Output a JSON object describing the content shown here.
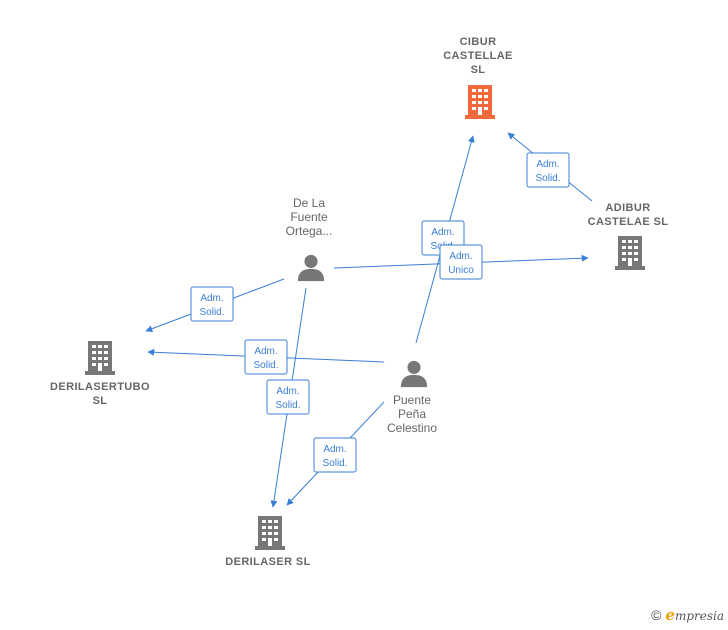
{
  "colors": {
    "edge": "#3a7fd5",
    "company": "#777777",
    "company_main": "#f26a3c",
    "person": "#777777",
    "label": "#666666"
  },
  "nodes": [
    {
      "id": "cibur",
      "type": "company",
      "main": true,
      "lines": [
        "CIBUR",
        "CASTELLAE",
        "SL"
      ]
    },
    {
      "id": "adibur",
      "type": "company",
      "main": false,
      "lines": [
        "ADIBUR",
        "CASTELAE SL"
      ]
    },
    {
      "id": "delafuente",
      "type": "person",
      "lines": [
        "De La",
        "Fuente",
        "Ortega..."
      ]
    },
    {
      "id": "derilasertubo",
      "type": "company",
      "main": false,
      "lines": [
        "DERILASERTUBO",
        "SL"
      ]
    },
    {
      "id": "puente",
      "type": "person",
      "lines": [
        "Puente",
        "Peña",
        "Celestino"
      ]
    },
    {
      "id": "derilaser",
      "type": "company",
      "main": false,
      "lines": [
        "DERILASER SL"
      ]
    }
  ],
  "edges": [
    {
      "id": "e1",
      "from": "adibur",
      "to": "cibur",
      "label": [
        "Adm.",
        "Solid."
      ]
    },
    {
      "id": "e2",
      "from": "puente",
      "to": "cibur",
      "label": [
        "Adm.",
        "Solid."
      ]
    },
    {
      "id": "e3",
      "from": "delafuente",
      "to": "adibur",
      "label": [
        "Adm.",
        "Unico"
      ]
    },
    {
      "id": "e4",
      "from": "delafuente",
      "to": "derilasertubo",
      "label": [
        "Adm.",
        "Solid."
      ]
    },
    {
      "id": "e5",
      "from": "puente",
      "to": "derilasertubo",
      "label": [
        "Adm.",
        "Solid."
      ]
    },
    {
      "id": "e6",
      "from": "delafuente",
      "to": "derilaser",
      "label": [
        "Adm.",
        "Solid."
      ]
    },
    {
      "id": "e7",
      "from": "puente",
      "to": "derilaser",
      "label": [
        "Adm.",
        "Solid."
      ]
    }
  ],
  "footer": {
    "copyright": "©",
    "brand_initial": "e",
    "brand_rest": "mpresia"
  }
}
